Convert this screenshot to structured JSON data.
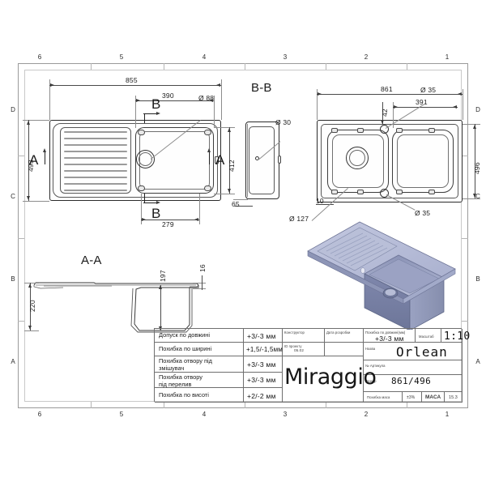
{
  "sheet": {
    "zones_top": [
      "6",
      "5",
      "4",
      "3",
      "2",
      "1"
    ],
    "zones_bottom": [
      "6",
      "5",
      "4",
      "3",
      "2",
      "1"
    ],
    "zones_left": [
      "D",
      "C",
      "B",
      "A"
    ],
    "zones_right": [
      "D",
      "C",
      "B",
      "A"
    ]
  },
  "views": {
    "plan_top": {
      "title": "",
      "dims": {
        "overall_length": "855",
        "bowl_offset": "390",
        "overall_width": "493",
        "bowl_width": "412",
        "bowl_length": "279",
        "hole_dia": "Ø 88"
      },
      "section_marks": {
        "a_left": "A",
        "a_right": "A",
        "b_top": "B",
        "b_bottom": "B"
      }
    },
    "section_bb": {
      "title": "B-B",
      "dims": {
        "hole_dia": "Ø 30",
        "depth": "65"
      }
    },
    "plan_right": {
      "dims": {
        "overall_length": "861",
        "overall_width": "496",
        "offset_small": "42",
        "offset_large": "391",
        "edge": "10",
        "dia_top": "Ø 35",
        "dia_bottom": "Ø 35",
        "dia_bowl": "Ø 127"
      }
    },
    "section_aa": {
      "title": "A-A",
      "dims": {
        "total_height": "220",
        "bowl_depth": "197",
        "rim": "16"
      }
    },
    "render_3d": {
      "label": ""
    }
  },
  "title_block": {
    "tolerance_rows": [
      {
        "label": "Допуск по довжині",
        "value": "+3/-3 мм"
      },
      {
        "label": "Похибка по ширині",
        "value": "+1,5/-1,5мм"
      },
      {
        "label": "Похибка отвору під\nзмішувач",
        "value": "+3/-3 мм"
      },
      {
        "label": "Похибка отвору\nпід перелив",
        "value": "+3/-3 мм"
      },
      {
        "label": "Похибка по висоті",
        "value": "+2/-2 мм"
      }
    ],
    "constructor_label": "Конструктор",
    "constructor_value": "",
    "date_label": "Дата розробки",
    "date_value": "",
    "project_id_label": "ID проекту",
    "project_id_value": "05.02",
    "brand": "Miraggio",
    "length_error_label": "Похибка по довжині(мм)",
    "length_error_value": "+3/-3 мм",
    "scale_label": "Масштаб",
    "scale_value": "1:10",
    "name_label": "Назва",
    "name_value": "Orlean",
    "article_label": "№ Артикула",
    "article_value": "",
    "size_label": "Розмір",
    "size_value": "861/496",
    "mass_error_label": "Похибка маса",
    "mass_error_value": "±3%",
    "mass_label": "МАСА",
    "mass_value": "15.3"
  },
  "colors": {
    "line": "#2b2b2b",
    "frame": "#9a9a9a",
    "render": "#a8aece"
  }
}
